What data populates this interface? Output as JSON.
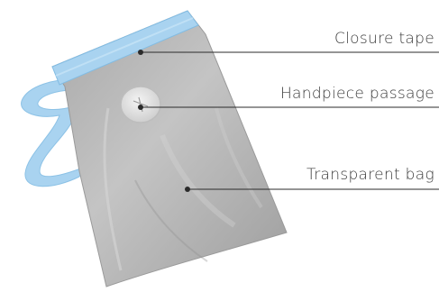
{
  "labels": {
    "closure_tape": "Closure tape",
    "handpiece_passage": "Handpiece passage",
    "transparent_bag": "Transparent bag"
  },
  "colors": {
    "bag": "#b9b9b9",
    "bag_dark": "#9c9c9c",
    "tape": "#a9d3f0",
    "tape_dark": "#7fb8e0",
    "leader_line": "#2b2b2b",
    "text": "#3a3a3a"
  }
}
